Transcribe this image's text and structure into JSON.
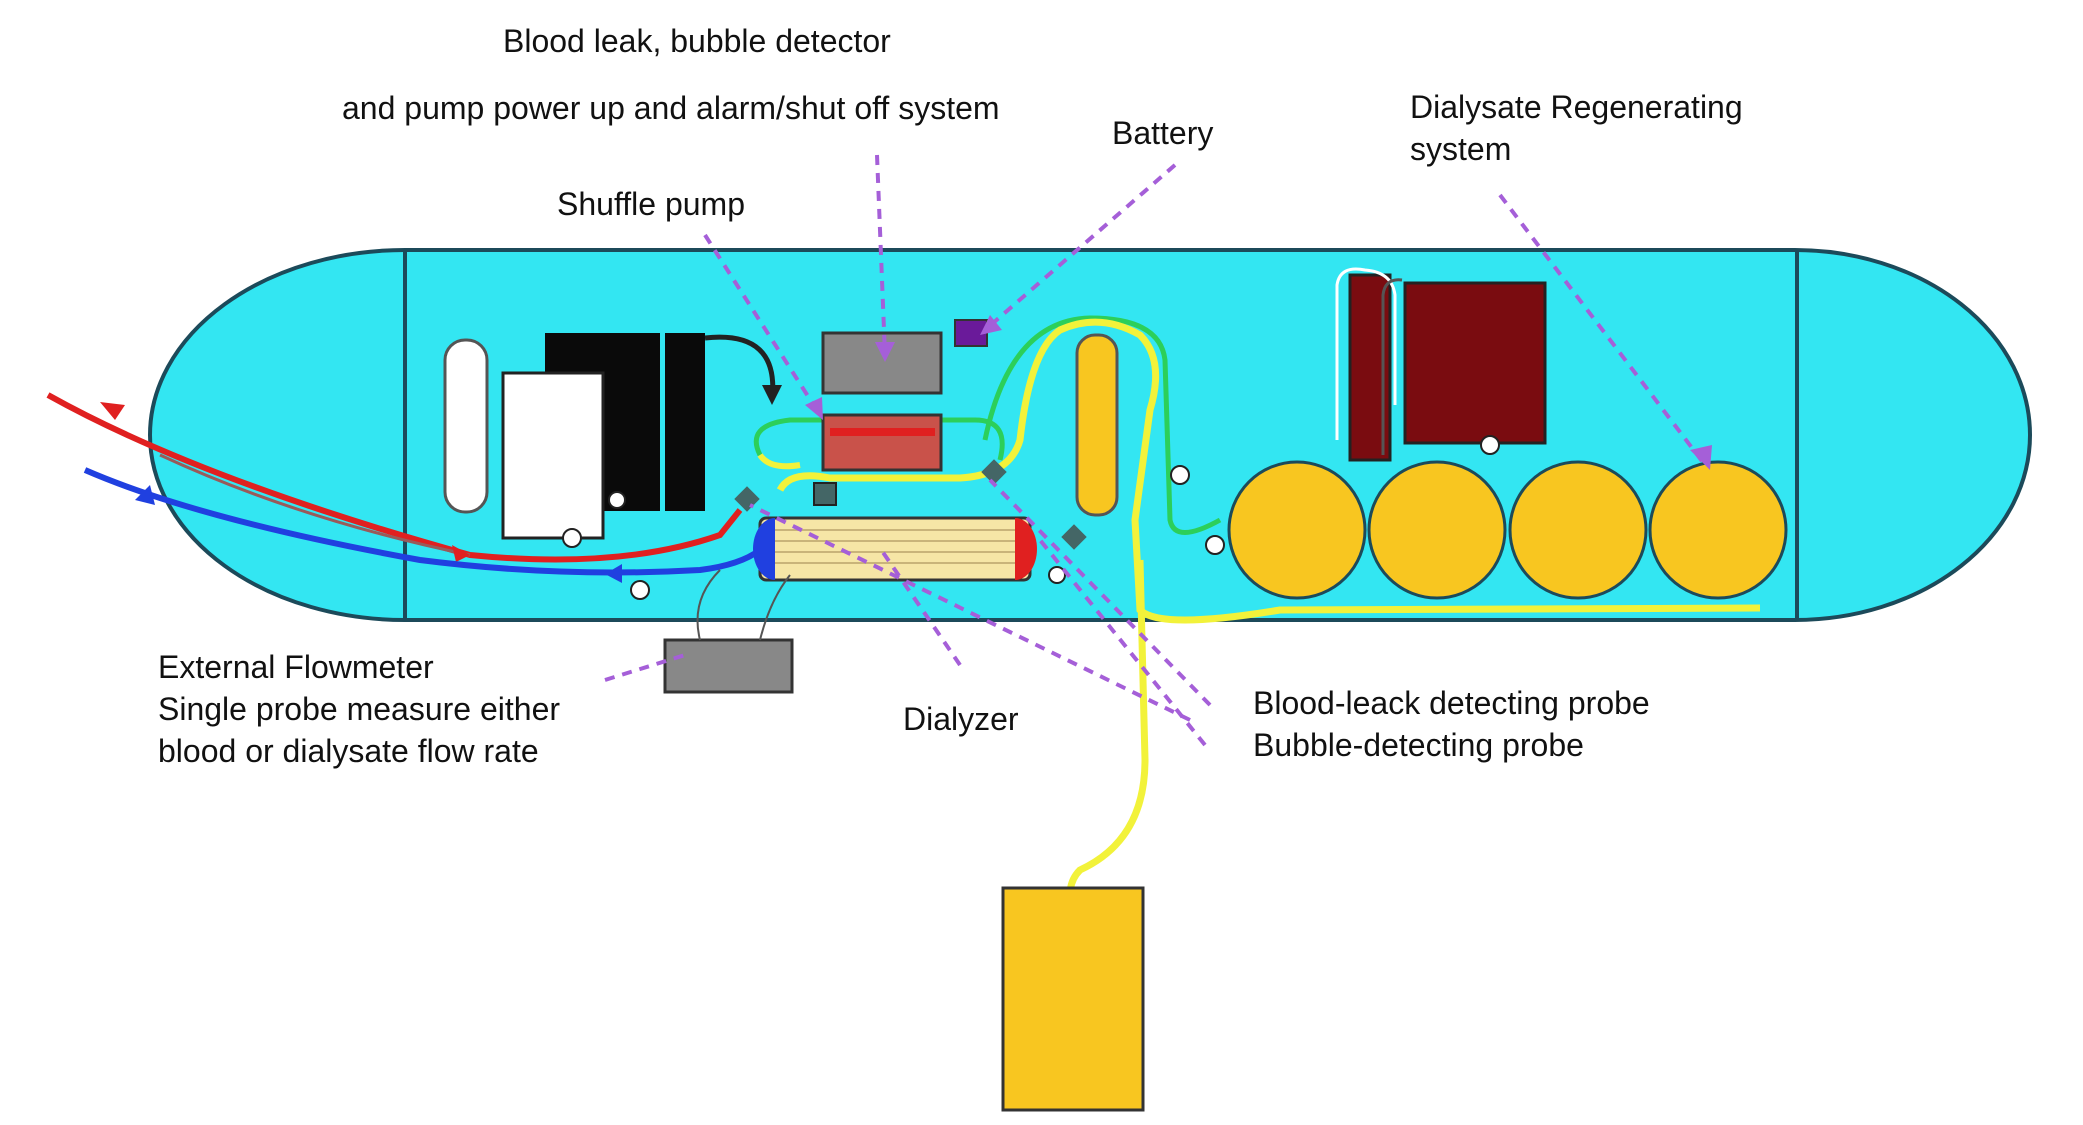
{
  "labels": {
    "blood_leak_line1": "Blood leak, bubble detector",
    "blood_leak_line2": "and pump power up and alarm/shut off system",
    "battery": "Battery",
    "regen_line1": "Dialysate Regenerating",
    "regen_line2": "system",
    "shuffle_pump": "Shuffle pump",
    "flowmeter_line1": "External Flowmeter",
    "flowmeter_line2": "Single probe measure either",
    "flowmeter_line3": "blood or dialysate flow rate",
    "dialyzer": "Dialyzer",
    "blood_leak_probe": "Blood-leack detecting probe",
    "bubble_probe": "Bubble-detecting probe"
  },
  "colors": {
    "capsule_fill": "#33e6f2",
    "outline": "#1c4a5a",
    "cartridge": "#f8c620",
    "tube_yellow": "#f2f23a",
    "tube_green": "#2ccf5a",
    "blood_in": "#e02020",
    "blood_out": "#2040e0",
    "leader": "#a55fd8",
    "maroon": "#7a0c10",
    "gray_box": "#888888",
    "black_block": "#0a0a0a"
  }
}
